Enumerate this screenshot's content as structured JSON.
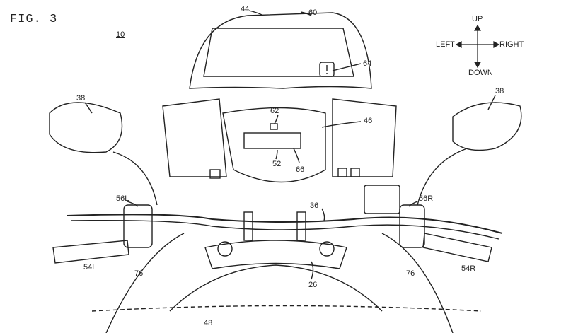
{
  "figure_label": "FIG. 3",
  "assembly_ref": "10",
  "compass": {
    "up": "UP",
    "down": "DOWN",
    "left": "LEFT",
    "right": "RIGHT"
  },
  "reference_numerals": {
    "windscreen": "44",
    "display": "60",
    "display_icon": "64",
    "mirror_left": "38",
    "mirror_right": "38",
    "indicator": "62",
    "cowl": "46",
    "meter": "52",
    "meter_part": "66",
    "switch_left": "56L",
    "switch_right": "56R",
    "handlebar": "36",
    "grip_left": "54L",
    "grip_right": "54R",
    "button_left": "76",
    "button_right": "76",
    "steering_stem": "26",
    "fuel_tank": "48"
  },
  "colors": {
    "line": "#222222",
    "background": "#ffffff"
  }
}
